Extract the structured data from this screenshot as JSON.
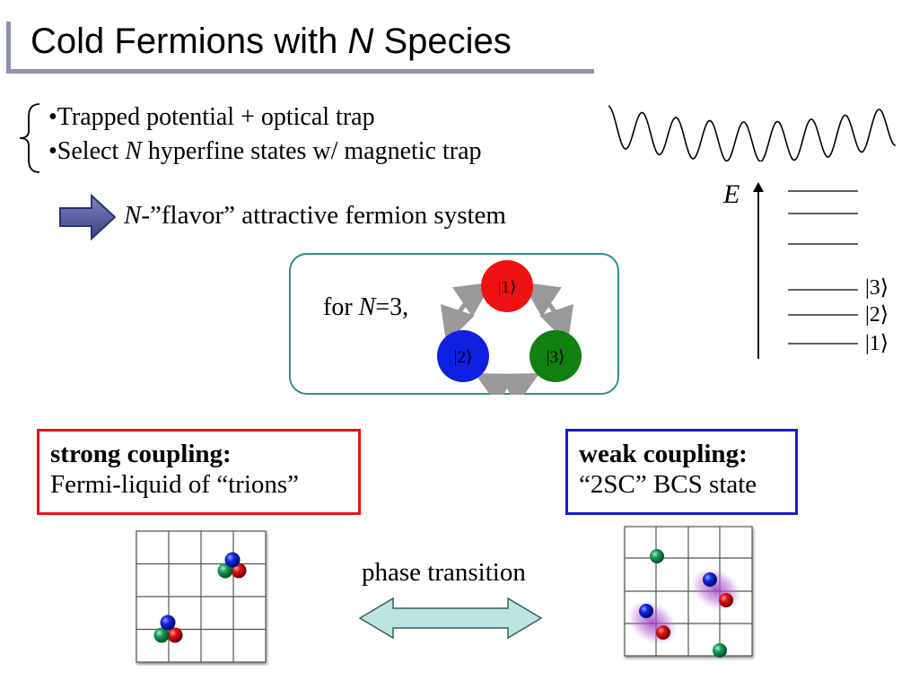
{
  "slide": {
    "title_pre": "Cold Fermions with ",
    "title_var": "N",
    "title_post": " Species"
  },
  "bullets": [
    {
      "pre": "•Trapped potential + optical trap",
      "var": "",
      "post": ""
    },
    {
      "pre": "•Select ",
      "var": "N",
      "post": " hyperfine states w/ magnetic trap"
    }
  ],
  "result": {
    "var": "N",
    "post": "-”flavor” attractive fermion system"
  },
  "states": {
    "for_pre": "for ",
    "for_var": "N",
    "for_post": "=3,",
    "kets": [
      "|1⟩",
      "|2⟩",
      "|3⟩"
    ],
    "colors": [
      "#ee1111",
      "#1020e0",
      "#108010"
    ]
  },
  "energy": {
    "axis_label": "E",
    "level_labels": [
      "|3⟩",
      "|2⟩",
      "|1⟩"
    ]
  },
  "strong": {
    "heading": "strong coupling:",
    "desc": "Fermi-liquid of  “trions”"
  },
  "weak": {
    "heading": "weak coupling:",
    "desc": "“2SC” BCS state"
  },
  "phase": {
    "label": "phase transition"
  },
  "colors": {
    "title_bar": "#8e92ad",
    "box_teal": "#2f8e8e",
    "strong_border": "#e8141a",
    "weak_border": "#1a1ec8",
    "arrow_fill": "#bde3e3"
  }
}
